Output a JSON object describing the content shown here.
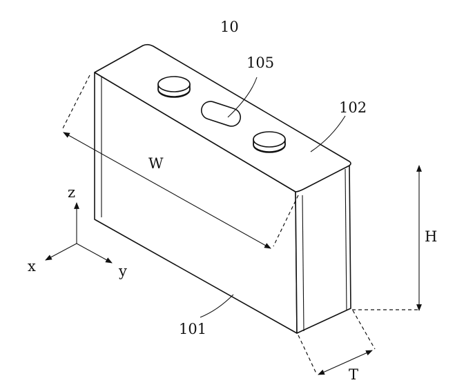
{
  "figure": {
    "ref_main": "10",
    "ref_vent": "105",
    "ref_top": "102",
    "ref_front": "101",
    "dim_width": "W",
    "dim_height": "H",
    "dim_thickness": "T",
    "axis_z": "z",
    "axis_x": "x",
    "axis_y": "y"
  }
}
